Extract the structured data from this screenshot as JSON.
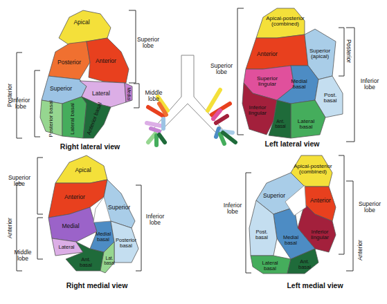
{
  "diagram": {
    "labels": [
      "Apical",
      "Posterior",
      "Anterior",
      "Superior lobe",
      "Posterior",
      "Superior",
      "Lateral",
      "Medial",
      "Middle lobe",
      "Inferior lobe",
      "Posterior basal",
      "Lateral basal",
      "Anterior basal",
      "Right lateral view",
      "Apical-posterior (combined)",
      "Anterior",
      "Superior (apical)",
      "Superior lobe",
      "Posterior",
      "Superior lingular",
      "Medial basal",
      "Inferior lobe",
      "Inferior lingular",
      "Post. basal",
      "Ant. basal",
      "Lateral basal",
      "Left lateral view",
      "Superior lobe",
      "Apical",
      "Anterior",
      "Superior",
      "Inferior lobe",
      "Anterior",
      "Medial",
      "Lateral",
      "Medial basal",
      "Posterior basal",
      "Middle lobe",
      "Ant. basal",
      "Lat. basal",
      "Right medial view",
      "Apical-posterior (combined)",
      "Superior",
      "Inferior lobe",
      "Anterior",
      "Superior lobe",
      "Inferior lingular",
      "Post. basal",
      "Medial basal",
      "Anterior",
      "Lateral basal",
      "Ant. basal",
      "Left medial view"
    ]
  }
}
